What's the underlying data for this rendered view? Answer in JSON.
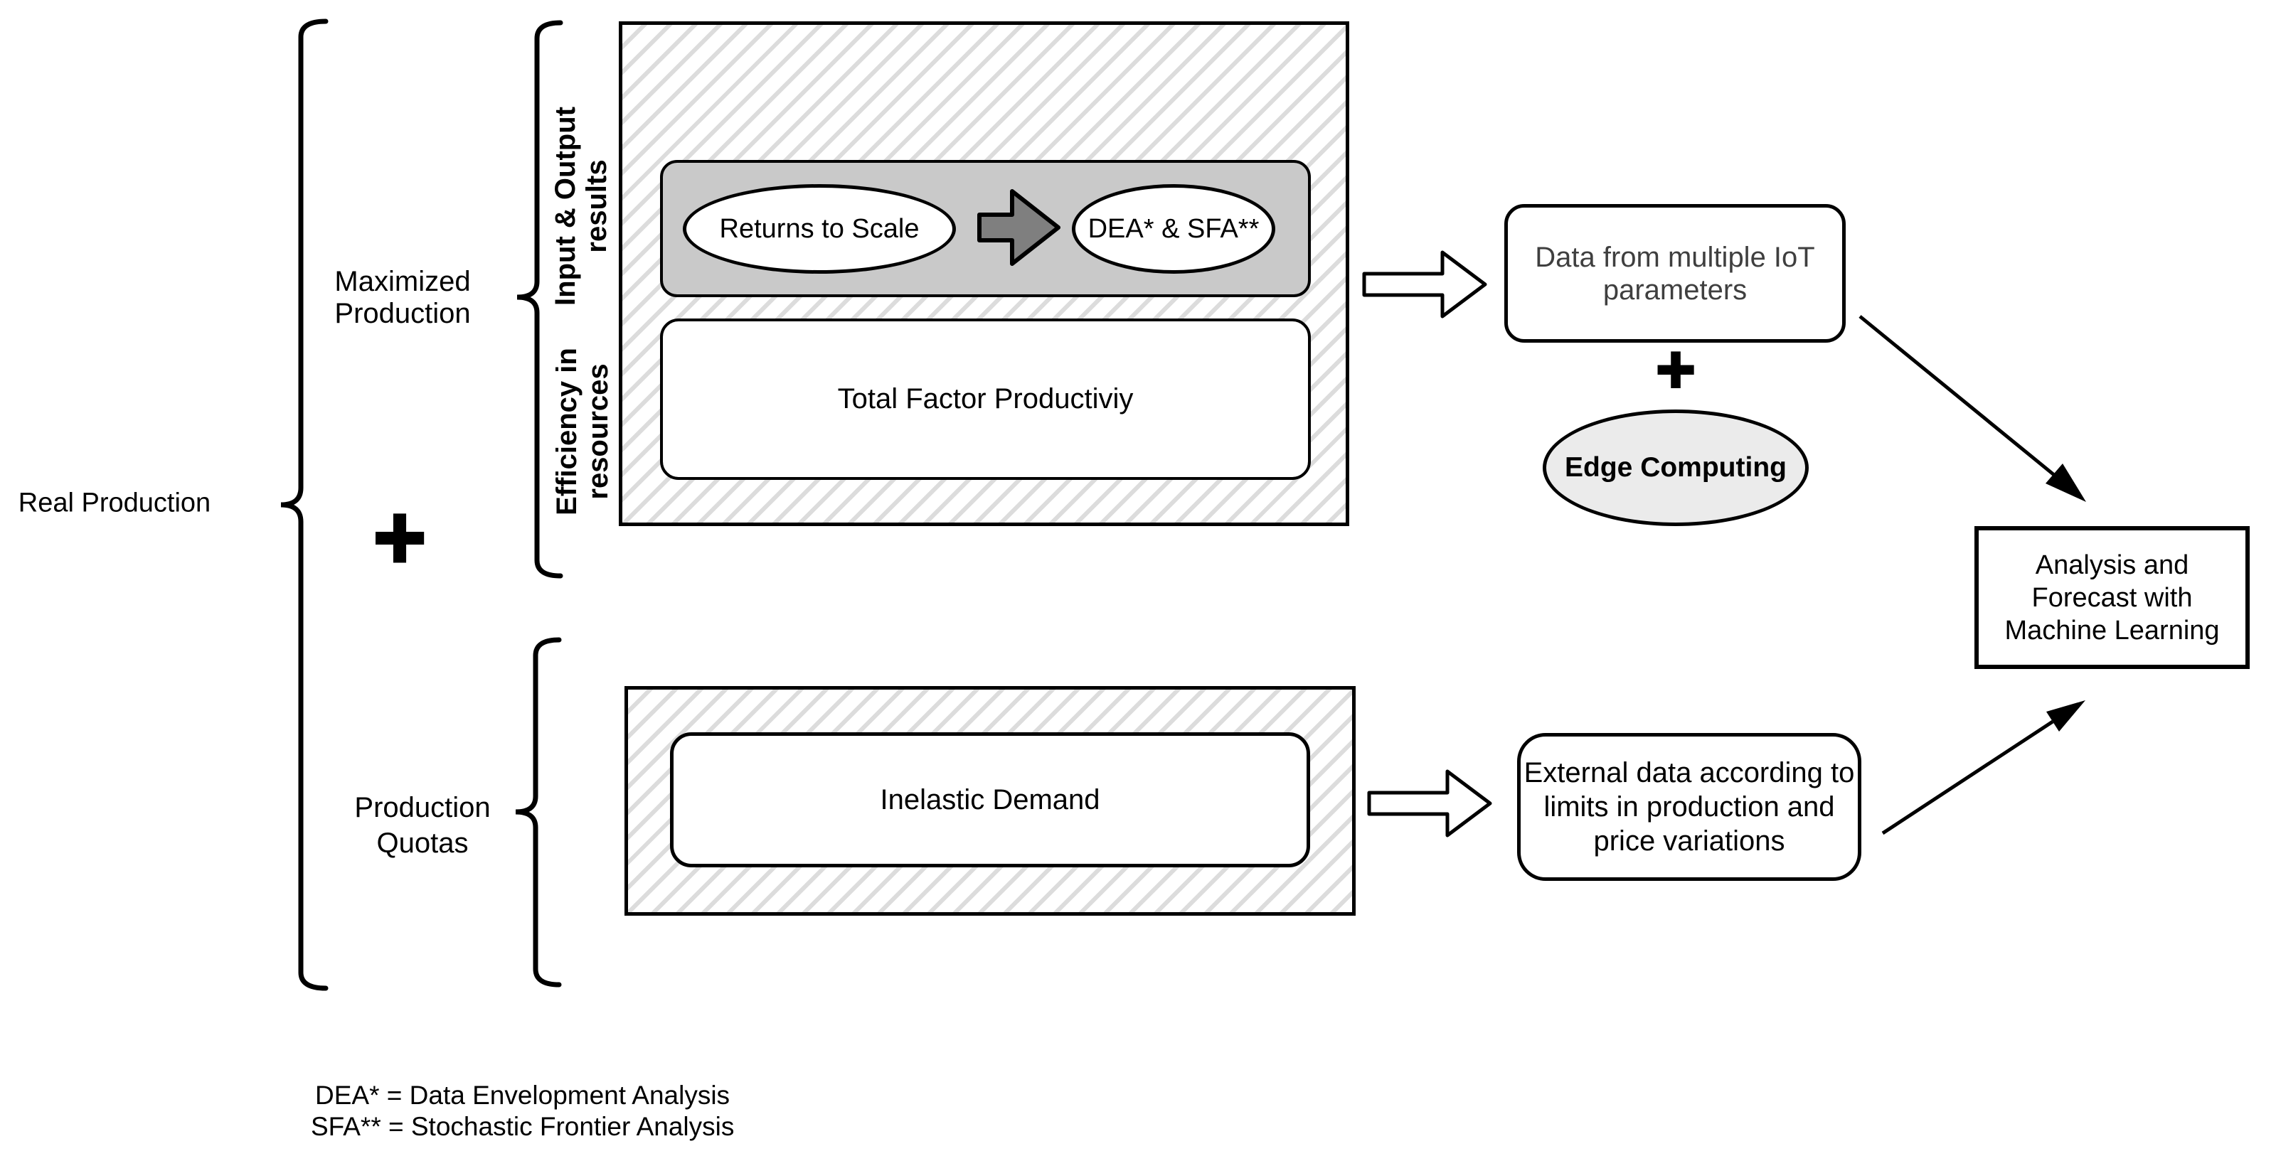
{
  "diagram": {
    "left": {
      "real_production": "Real Production",
      "plus": "+",
      "maximized_production": "Maximized\nProduction",
      "production_quotas": "Production\nQuotas"
    },
    "maximized_group": {
      "input_output_axis": "Input & Output\nresults",
      "efficiency_axis": "Efficiency in\nresources",
      "returns_to_scale": "Returns to Scale",
      "dea_sfa": "DEA* & SFA**",
      "total_factor_productivity": "Total Factor Productiviy"
    },
    "quotas_group": {
      "inelastic_demand": "Inelastic Demand"
    },
    "flow": {
      "iot_data": "Data from multiple IoT\nparameters",
      "plus": "+",
      "edge_computing": "Edge Computing",
      "external_data": "External data according to\nlimits in production and\nprice variations",
      "analysis_forecast": "Analysis and\nForecast with\nMachine Learning"
    },
    "footnotes": {
      "dea": "DEA* = Data Envelopment Analysis",
      "sfa": "SFA** = Stochastic Frontier Analysis"
    },
    "colors": {
      "outline": "#000000",
      "gray_panel": "#c9c9c9",
      "dark_arrow": "#7f7f7f",
      "edge_ellipse": "#ebebeb",
      "hatch_stripe": "#dcdcdc",
      "iot_text": "#3f3f3f"
    },
    "shapes": {
      "brace_icons": [
        "curly-brace-real-production-icon",
        "curly-brace-maximized-icon",
        "curly-brace-quotas-icon"
      ],
      "arrow_icons": [
        "dark-right-arrow-icon",
        "white-block-arrow-top-icon",
        "white-block-arrow-bottom-icon",
        "thin-arrow-to-analysis-top-icon",
        "thin-arrow-to-analysis-bottom-icon"
      ]
    }
  }
}
